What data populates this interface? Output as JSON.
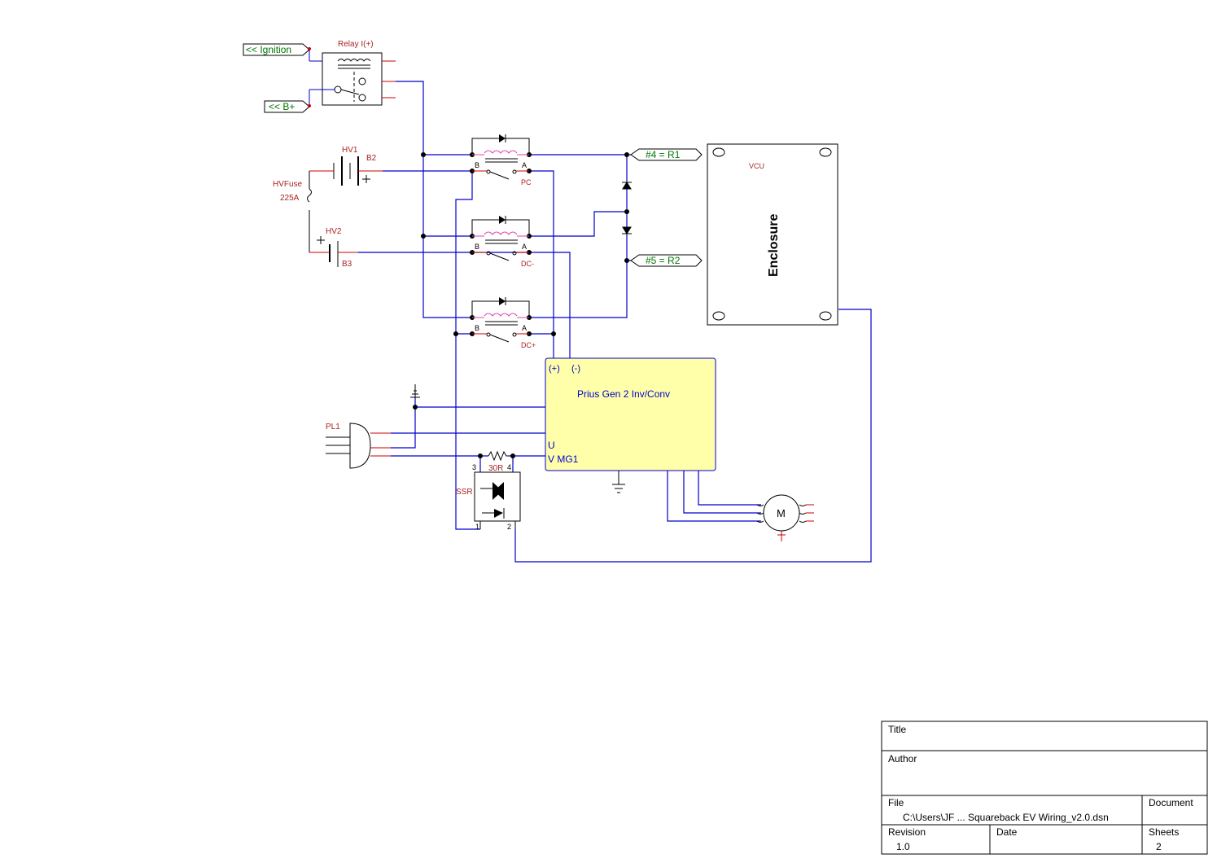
{
  "relay": {
    "label": "Relay I(+)"
  },
  "ports": {
    "ignition": "<< Ignition",
    "bplus": "<< B+",
    "r1": "#4  =  R1",
    "r2": "#5  =  R2"
  },
  "batteries": {
    "hv1": "HV1",
    "b2": "B2",
    "hv2": "HV2",
    "b3": "B3"
  },
  "fuse": {
    "name": "HVFuse",
    "rating": "225A"
  },
  "contactors": {
    "pc": "PC",
    "dcminus": "DC-",
    "dcplus": "DC+",
    "pin_b": "B",
    "pin_a": "A"
  },
  "vcu": {
    "label": "VCU",
    "enclosure": "Enclosure"
  },
  "inverter": {
    "title": "Prius Gen 2 Inv/Conv",
    "pos": "(+)",
    "neg": "(-)",
    "u": "U",
    "v_mg1": "V MG1"
  },
  "plug": {
    "label": "PL1"
  },
  "resistor": {
    "label": "30R"
  },
  "ssr": {
    "label": "SSR",
    "pin1": "1",
    "pin2": "2",
    "pin3": "3",
    "pin4": "4"
  },
  "motor": {
    "label": "M"
  },
  "titleblock": {
    "title_label": "Title",
    "author_label": "Author",
    "file_label": "File",
    "file_value": "C:\\Users\\JF ... Squareback EV Wiring_v2.0.dsn",
    "document_label": "Document",
    "revision_label": "Revision",
    "revision_value": "1.0",
    "date_label": "Date",
    "sheets_label": "Sheets",
    "sheets_value": "2"
  },
  "colors": {
    "wire": "#0000cc",
    "component": "#000000",
    "pin": "#cc0000",
    "label_red": "#aa2222",
    "port_green": "#007700",
    "coil": "#dd44aa",
    "inverter_fill": "#ffffaa"
  }
}
